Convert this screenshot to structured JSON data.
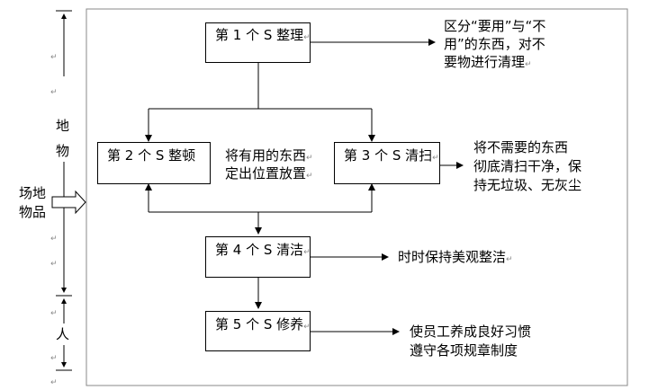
{
  "left_scale": {
    "label_top_line1": "地",
    "label_top_line2": "物",
    "label_bottom": "人"
  },
  "side_label": {
    "line1": "场地",
    "line2": "物品"
  },
  "steps": [
    {
      "label": "第 1 个 S 整理"
    },
    {
      "label": "第 2 个 S 整顿"
    },
    {
      "label": "第 3 个 S 清扫"
    },
    {
      "label": "第 4 个 S 清洁"
    },
    {
      "label": "第 5 个 S 修养"
    }
  ],
  "descriptions": {
    "step1": [
      "区分“要用”与“不",
      "用”的东西，对不",
      "要物进行清理"
    ],
    "step2": [
      "将有用的东西",
      "定出位置放置"
    ],
    "step3": [
      "将不需要的东西",
      "彻底清扫干净，保",
      "持无垃圾、无灰尘"
    ],
    "step4": [
      "时时保持美观整洁"
    ],
    "step5": [
      "使员工养成良好习惯",
      "遵守各项规章制度"
    ]
  },
  "paragraph_mark": "↵"
}
